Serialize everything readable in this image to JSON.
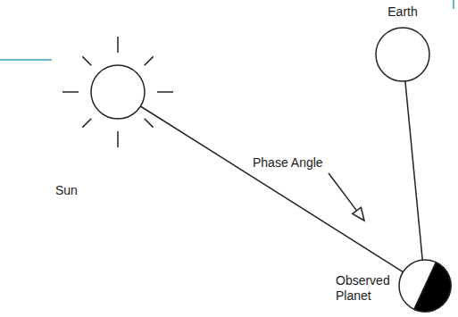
{
  "diagram": {
    "nodes": [
      {
        "text": [
          "Sun"
        ]
      },
      {
        "text": [
          "Earth"
        ]
      },
      {
        "text": [
          "Observed Planet"
        ]
      }
    ],
    "edges": [
      {
        "from": 0,
        "to": 2,
        "arrow": "none"
      },
      {
        "from": 1,
        "to": 2,
        "arrow": "none"
      }
    ],
    "labels": [
      "Phase Angle"
    ]
  }
}
